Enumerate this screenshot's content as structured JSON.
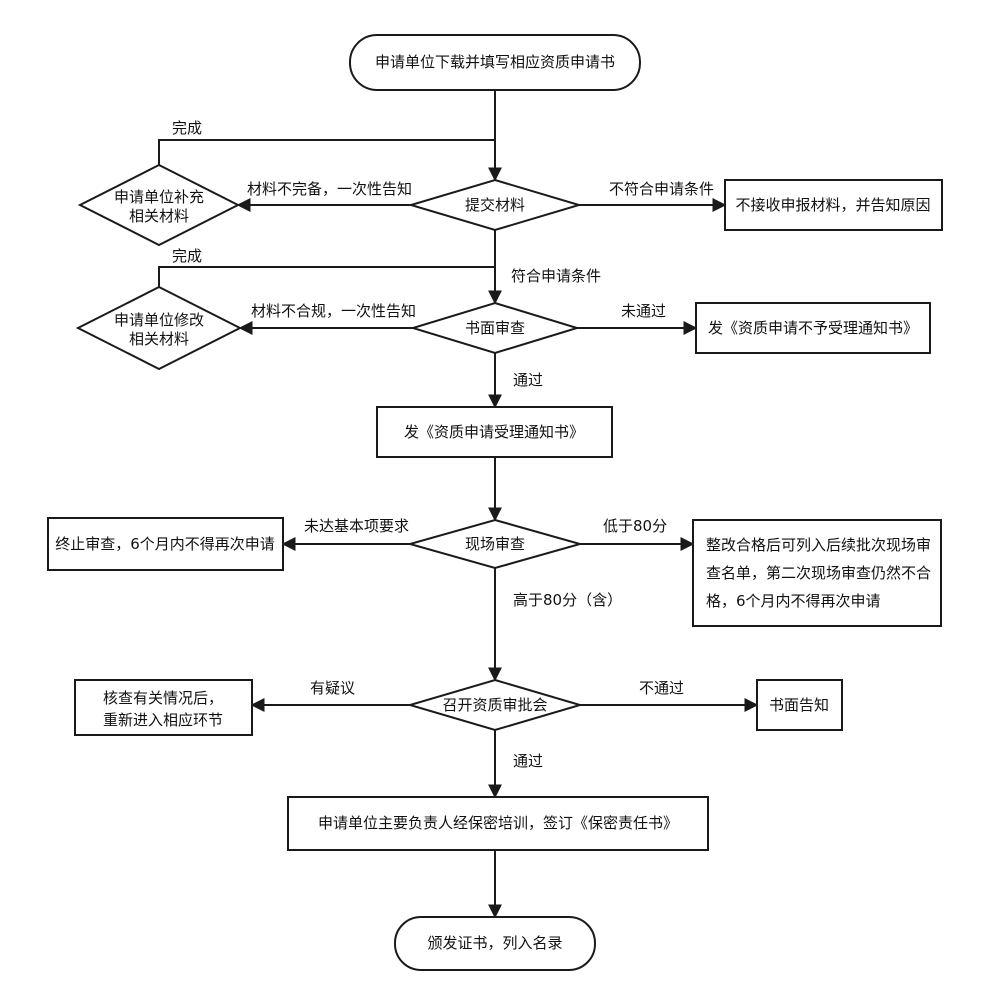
{
  "nodes": {
    "start": "申请单位下载并填写相应资质申请书",
    "submit": "提交材料",
    "supplement": [
      "申请单位补充",
      "相关材料"
    ],
    "reject_submit": "不接收申报材料，并告知原因",
    "written_review": "书面审查",
    "modify": [
      "申请单位修改",
      "相关材料"
    ],
    "not_accepted_notice": "发《资质申请不予受理通知书》",
    "accepted_notice": "发《资质申请受理通知书》",
    "onsite_review": "现场审查",
    "terminate": "终止审查，6个月内不得再次申请",
    "rectify": [
      "整改合格后可列入后续批次现场审",
      "查名单，第二次现场审查仍然不合",
      "格，6个月内不得再次申请"
    ],
    "approval_meeting": "召开资质审批会",
    "verify": [
      "核查有关情况后，",
      "重新进入相应环节"
    ],
    "written_notice": "书面告知",
    "training": "申请单位主要负责人经保密培训，签订《保密责任书》",
    "end": "颁发证书，列入名录"
  },
  "edges": {
    "done_1": "完成",
    "incomplete": "材料不完备，一次性告知",
    "not_eligible": "不符合申请条件",
    "done_2": "完成",
    "eligible": "符合申请条件",
    "non_compliant": "材料不合规，一次性告知",
    "not_passed_1": "未通过",
    "passed_1": "通过",
    "below_basic": "未达基本项要求",
    "below_80": "低于80分",
    "above_80": "高于80分（含）",
    "doubt": "有疑议",
    "not_passed_2": "不通过",
    "passed_2": "通过"
  }
}
